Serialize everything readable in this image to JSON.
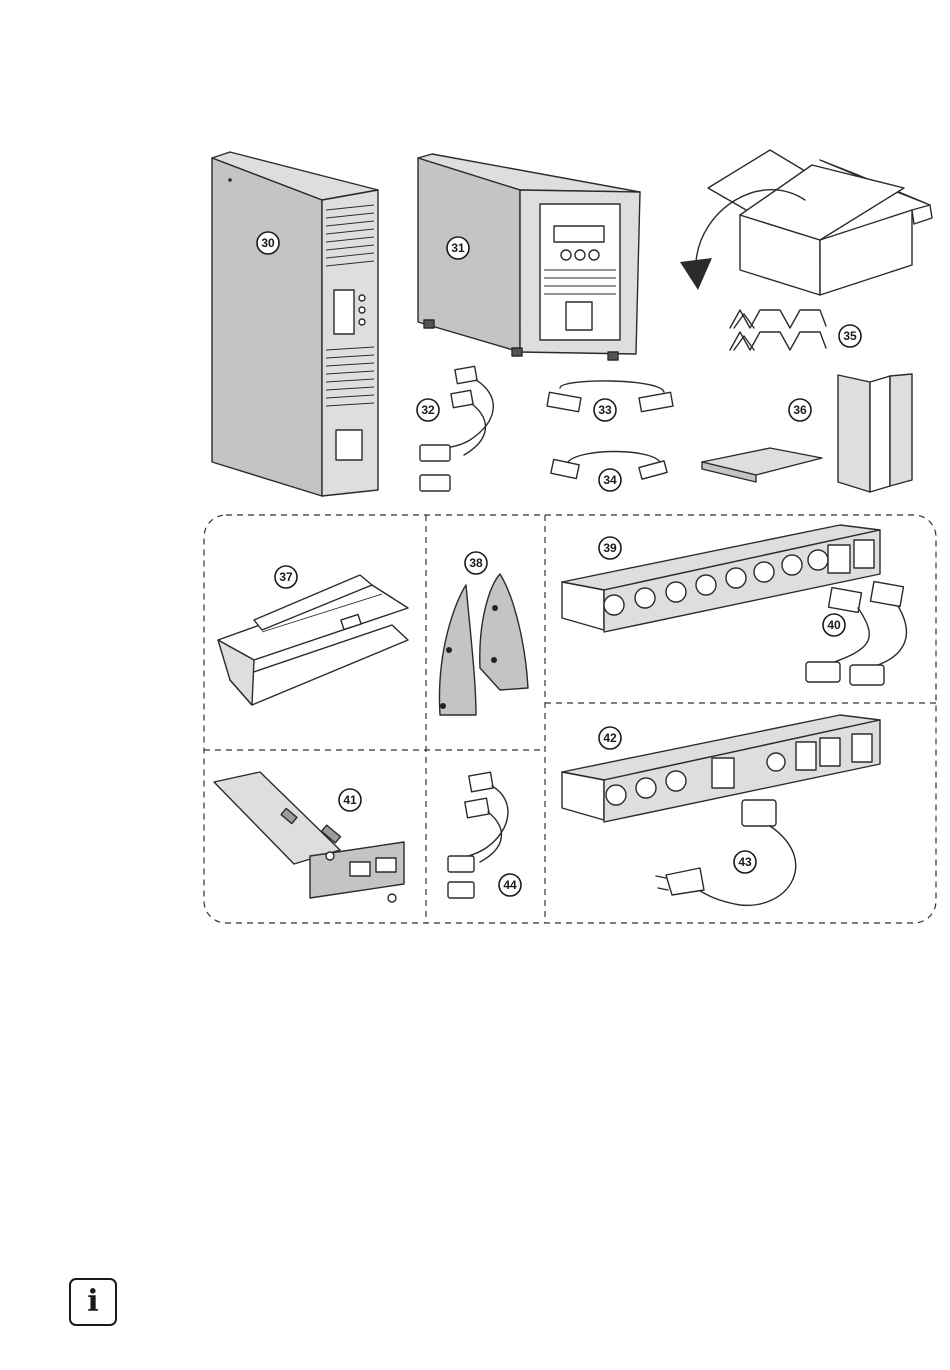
{
  "callouts": {
    "n30": "30",
    "n31": "31",
    "n32": "32",
    "n33": "33",
    "n34": "34",
    "n35": "35",
    "n36": "36",
    "n37": "37",
    "n38": "38",
    "n39": "39",
    "n40": "40",
    "n41": "41",
    "n42": "42",
    "n43": "43",
    "n44": "44"
  },
  "info_icon": {
    "icon": "info-icon",
    "glyph": "i"
  },
  "colors": {
    "ink": "#2b2b2b",
    "panel_light": "#dedede",
    "panel_mid": "#c4c4c4",
    "panel_dark": "#9c9c9c"
  }
}
